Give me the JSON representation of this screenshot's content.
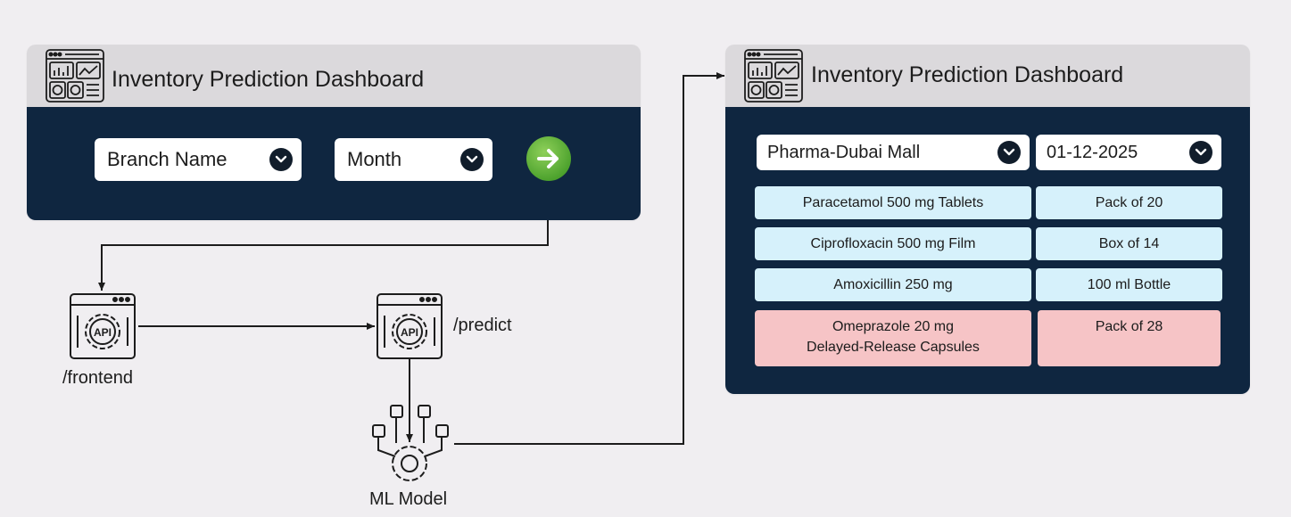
{
  "left_dashboard": {
    "title": "Inventory Prediction Dashboard",
    "branch_select": "Branch Name",
    "month_select": "Month",
    "submit_button": "➔"
  },
  "right_dashboard": {
    "title": "Inventory Prediction Dashboard",
    "branch_value": "Pharma-Dubai Mall",
    "date_value": "01-12-2025",
    "rows": [
      {
        "product": "Paracetamol 500 mg Tablets",
        "pack": "Pack of 20",
        "status": "normal"
      },
      {
        "product": "Ciprofloxacin 500 mg Film",
        "pack": "Box of 14",
        "status": "normal"
      },
      {
        "product": "Amoxicillin 250 mg",
        "pack": "100 ml Bottle",
        "status": "normal"
      },
      {
        "product_line1": "Omeprazole 20 mg",
        "product_line2": "Delayed-Release Capsules",
        "pack": "Pack of 28",
        "status": "alert"
      }
    ]
  },
  "nodes": {
    "frontend_label": "/frontend",
    "predict_label": "/predict",
    "ml_model_label": "ML Model"
  },
  "colors": {
    "header_bg": "#dbd9dc",
    "body_navy": "#0f2640",
    "row_normal": "#d6f1fb",
    "row_alert": "#f6c4c6",
    "go_green": "#4ea32e"
  }
}
